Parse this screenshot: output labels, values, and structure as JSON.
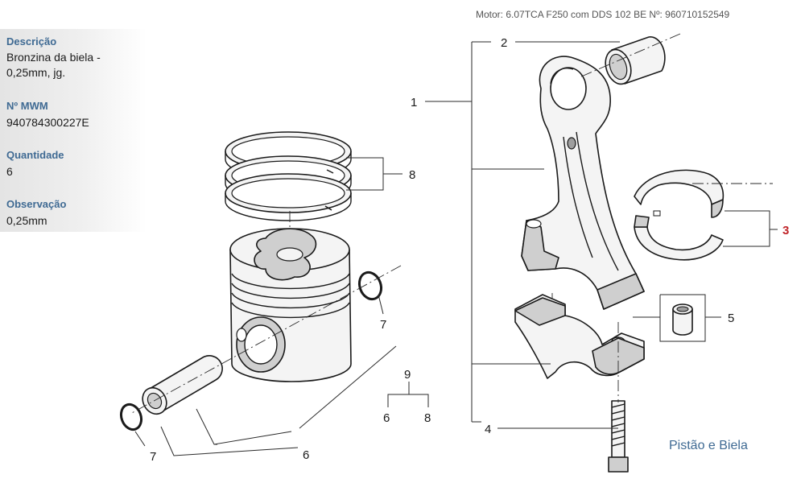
{
  "header": {
    "motor_text": "Motor: 6.07TCA F250 com DDS 102 BE   Nº: 960710152549"
  },
  "info_panel": {
    "descricao_label": "Descrição",
    "descricao_value": "Bronzina da biela - 0,25mm, jg.",
    "mwm_label": "Nº MWM",
    "mwm_value": "940784300227E",
    "quantidade_label": "Quantidade",
    "quantidade_value": "6",
    "observacao_label": "Observação",
    "observacao_value": "0,25mm"
  },
  "diagram": {
    "callouts": {
      "connecting_rod": "1",
      "bushing": "2",
      "bearing_shells": "3",
      "bolt": "4",
      "sleeve": "5",
      "pin": "6",
      "circlip_right": "7",
      "circlip_left": "7",
      "rings": "8",
      "kit": "9",
      "kit_left": "6",
      "kit_right": "8"
    },
    "highlighted_callout": "3",
    "highlight_color": "#c0252a",
    "caption": "Pistão e Biela"
  },
  "colors": {
    "label_blue": "#3f6a93",
    "panel_bg": "#e6e6e6"
  }
}
